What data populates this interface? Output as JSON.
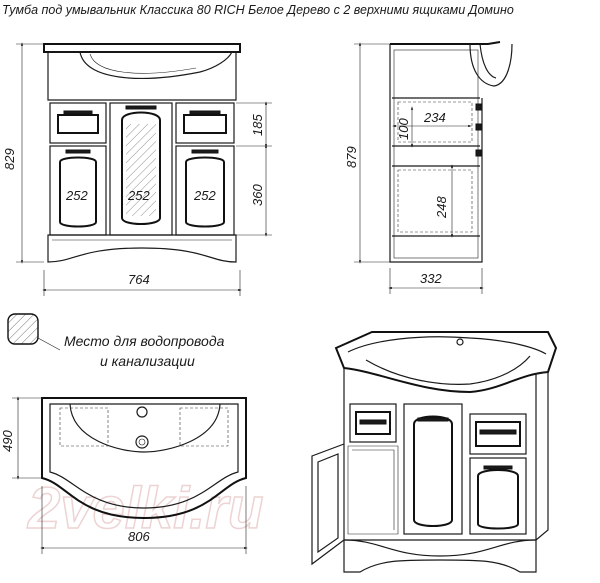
{
  "title": "Тумба под умывальник Классика 80 RICH Белое Дерево с 2   верхними ящиками Домино",
  "dimensions": {
    "width_front": "764",
    "height_total": "829",
    "drawer_height": "185",
    "door_height": "360",
    "door_width_left": "252",
    "door_width_center": "252",
    "door_width_right": "252",
    "side_height": "879",
    "inner_depth": "234",
    "shelf_gap": "100",
    "lower_height": "248",
    "depth": "332",
    "top_depth": "490",
    "top_width": "806"
  },
  "legend": {
    "line1": "Место для водопровода",
    "line2": "и канализации"
  },
  "watermark": "2velki.ru"
}
